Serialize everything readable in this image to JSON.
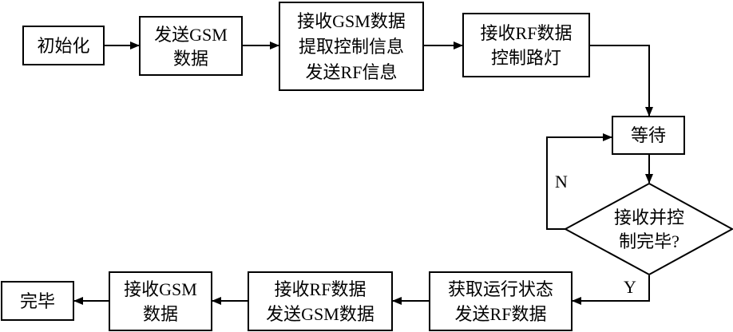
{
  "nodes": {
    "init": {
      "lines": [
        "初始化"
      ]
    },
    "send_gsm": {
      "lines": [
        "发送GSM",
        "数据"
      ]
    },
    "recv_gsm_extract": {
      "lines": [
        "接收GSM数据",
        "提取控制信息",
        "发送RF信息"
      ]
    },
    "recv_rf_control": {
      "lines": [
        "接收RF数据",
        "控制路灯"
      ]
    },
    "wait": {
      "lines": [
        "等待"
      ]
    },
    "decision": {
      "lines": [
        "接收并控",
        "制完毕?"
      ]
    },
    "get_status": {
      "lines": [
        "获取运行状态",
        "发送RF数据"
      ]
    },
    "recv_rf_send_gsm": {
      "lines": [
        "接收RF数据",
        "发送GSM数据"
      ]
    },
    "recv_gsm": {
      "lines": [
        "接收GSM",
        "数据"
      ]
    },
    "done": {
      "lines": [
        "完毕"
      ]
    }
  },
  "branch_labels": {
    "no": "N",
    "yes": "Y"
  }
}
